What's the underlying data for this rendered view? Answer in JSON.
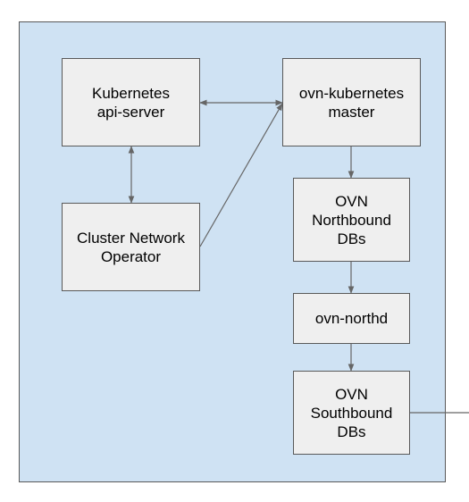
{
  "diagram": {
    "nodes": {
      "api_server": {
        "lines": [
          "Kubernetes",
          "api-server"
        ]
      },
      "ovnk_master": {
        "lines": [
          "ovn-kubernetes",
          "master"
        ]
      },
      "cno": {
        "lines": [
          "Cluster Network",
          "Operator"
        ]
      },
      "nb_db": {
        "lines": [
          "OVN",
          "Northbound",
          "DBs"
        ]
      },
      "northd": {
        "lines": [
          "ovn-northd"
        ]
      },
      "sb_db": {
        "lines": [
          "OVN",
          "Southbound",
          "DBs"
        ]
      }
    },
    "edges": [
      {
        "from": "api_server",
        "to": "ovnk_master",
        "direction": "both"
      },
      {
        "from": "api_server",
        "to": "cno",
        "direction": "both"
      },
      {
        "from": "cno",
        "to": "ovnk_master",
        "direction": "forward"
      },
      {
        "from": "ovnk_master",
        "to": "nb_db",
        "direction": "forward"
      },
      {
        "from": "nb_db",
        "to": "northd",
        "direction": "forward"
      },
      {
        "from": "northd",
        "to": "sb_db",
        "direction": "forward"
      },
      {
        "from": "sb_db",
        "to": "external",
        "direction": "none"
      }
    ],
    "colors": {
      "container_fill": "#cfe2f3",
      "node_fill": "#efefef",
      "border": "#595959",
      "edge": "#666666"
    }
  }
}
